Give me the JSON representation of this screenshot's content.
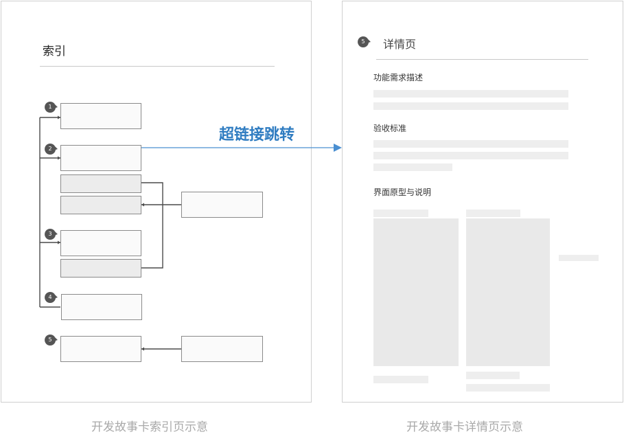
{
  "left_page": {
    "title": "索引",
    "badges": [
      "1",
      "2",
      "3",
      "4",
      "5"
    ],
    "caption": "开发故事卡索引页示意"
  },
  "link_label": "超链接跳转",
  "right_page": {
    "badge": "5",
    "title": "详情页",
    "sections": [
      "功能需求描述",
      "验收标准",
      "界面原型与说明"
    ],
    "caption": "开发故事卡详情页示意"
  },
  "colors": {
    "accent": "#2f7cc1",
    "badge": "#555555",
    "connector": "#4a4a4a"
  }
}
